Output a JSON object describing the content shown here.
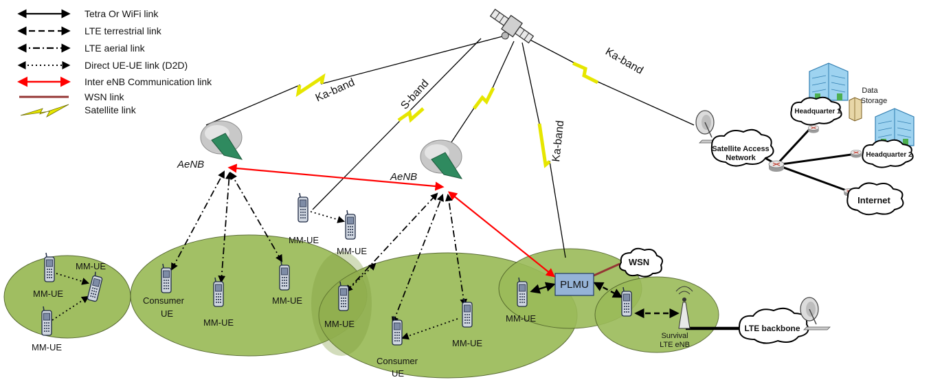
{
  "legend": {
    "items": [
      {
        "label": "Tetra Or WiFi link",
        "style": "solid"
      },
      {
        "label": "LTE terrestrial link",
        "style": "dashed"
      },
      {
        "label": "LTE aerial link",
        "style": "dashdot"
      },
      {
        "label": "Direct UE-UE link (D2D)",
        "style": "dotted"
      },
      {
        "label": "Inter eNB Communication link",
        "style": "red"
      },
      {
        "label": "WSN link",
        "style": "brown"
      },
      {
        "label": "Satellite link",
        "style": "satellite"
      }
    ]
  },
  "bands": {
    "left": "Ka-band",
    "s": "S-band",
    "center": "Ka-band",
    "right": "Ka-band"
  },
  "enb": {
    "left": "AeNB",
    "right": "AeNB"
  },
  "nodes": {
    "plmu": "PLMU",
    "wsn": "WSN",
    "survival_line1": "Survival",
    "survival_line2": "LTE eNB",
    "lte_backbone": "LTE backbone",
    "sat_access_line1": "Satellite Access",
    "sat_access_line2": "Network",
    "hq1": "Headquarter 1",
    "hq2": "Headquarter 2",
    "internet": "Internet",
    "data_storage_line1": "Data",
    "data_storage_line2": "Storage"
  },
  "ue_labels": {
    "mmue": "MM-UE",
    "consumer_line1": "Consumer",
    "consumer_line2": "UE"
  },
  "colors": {
    "cell_fill": "#9bbb59",
    "red_link": "#ff0000",
    "wsn_link": "#943634",
    "satellite_link": "#e6e600",
    "plmu_fill": "#95b3d7",
    "enb_green": "#2f8a5f"
  }
}
